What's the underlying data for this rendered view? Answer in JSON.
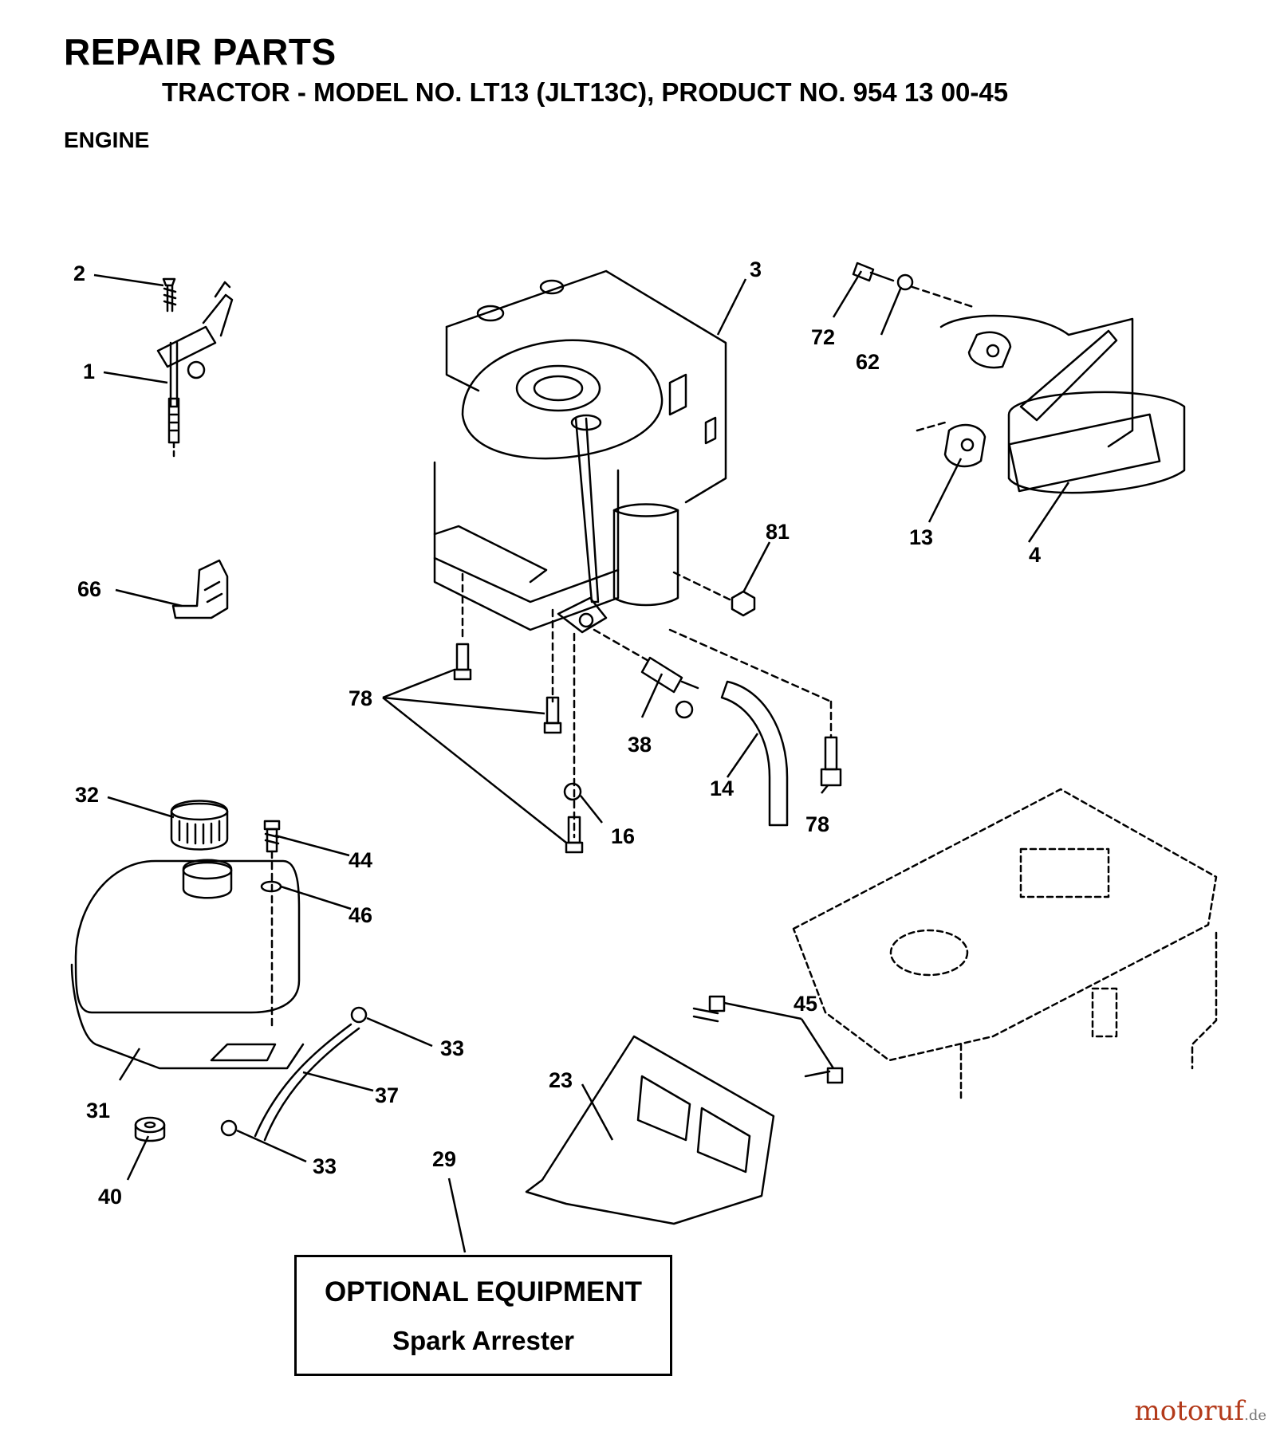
{
  "header": {
    "title": "REPAIR PARTS",
    "subtitle": "TRACTOR - MODEL NO. LT13 (JLT13C), PRODUCT NO. 954 13 00-45",
    "section": "ENGINE"
  },
  "callouts": [
    "2",
    "1",
    "66",
    "3",
    "72",
    "62",
    "13",
    "4",
    "81",
    "78",
    "38",
    "14",
    "78",
    "16",
    "32",
    "44",
    "46",
    "31",
    "33",
    "37",
    "33",
    "40",
    "45",
    "23",
    "29"
  ],
  "optional_box": {
    "title": "OPTIONAL EQUIPMENT",
    "subtitle": "Spark Arrester"
  },
  "watermark": {
    "text": "motoruf",
    "tld": ".de"
  }
}
